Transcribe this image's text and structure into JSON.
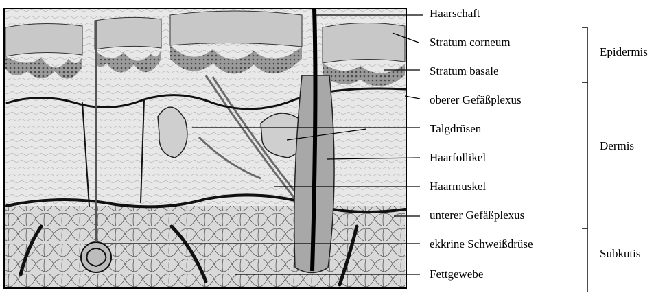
{
  "labels": {
    "haarschaft": "Haarschaft",
    "stratum_corneum": "Stratum corneum",
    "stratum_basale": "Stratum basale",
    "oberer_gefaessplexus": "oberer Gefäßplexus",
    "talgdruesen": "Talgdrüsen",
    "haarfollikel": "Haarfollikel",
    "haarmuskel": "Haarmuskel",
    "unterer_gefaessplexus": "unterer Gefäßplexus",
    "schweissdruese": "ekkrine Schweißdrüse",
    "fettgewebe": "Fettgewebe"
  },
  "groups": {
    "epidermis": "Epidermis",
    "dermis": "Dermis",
    "subkutis": "Subkutis"
  },
  "colors": {
    "ink": "#000000",
    "tissue_light": "#e6e6e6",
    "tissue_mid": "#bdbdbd",
    "tissue_dark": "#7a7a7a"
  }
}
